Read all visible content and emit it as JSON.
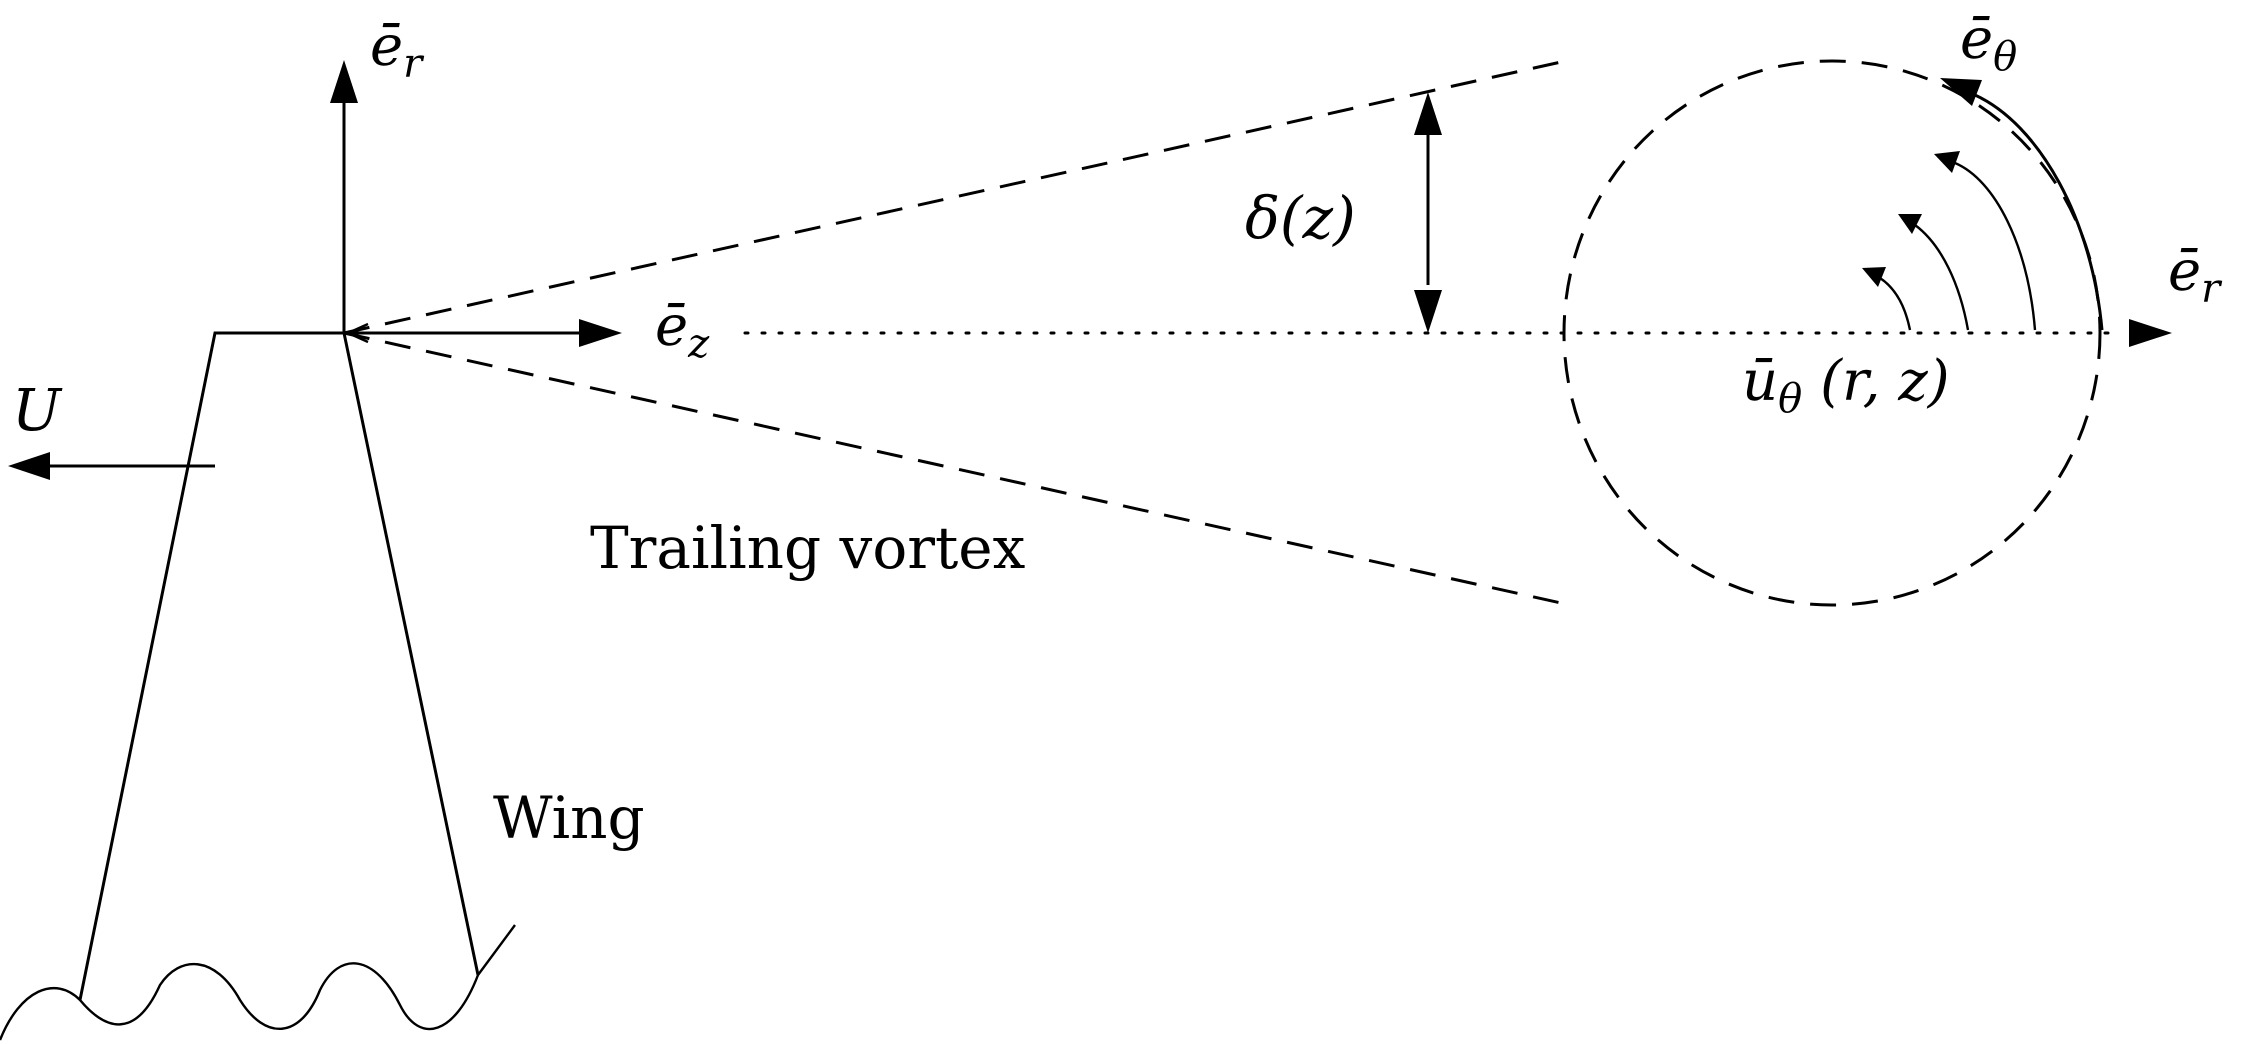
{
  "labels": {
    "er_top": "ē",
    "er_top_sub": "r",
    "ez": "ē",
    "ez_sub": "z",
    "U": "U",
    "delta": "δ(z)",
    "etheta": "ē",
    "etheta_sub": "θ",
    "er_right": "ē",
    "er_right_sub": "r",
    "utheta": "ū",
    "utheta_sub": "θ",
    "utheta_args": "(r, z)",
    "trailing_vortex": "Trailing vortex",
    "wing": "Wing"
  }
}
